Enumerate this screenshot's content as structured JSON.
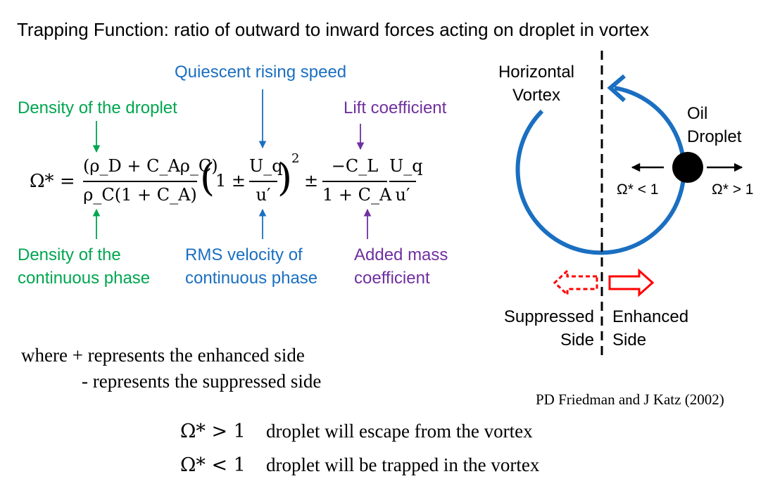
{
  "title": "Trapping Function: ratio of outward to inward forces acting on droplet in vortex",
  "annotations": {
    "density_droplet": "Density of the droplet",
    "quiescent_speed": "Quiescent rising speed",
    "lift_coefficient": "Lift coefficient",
    "density_continuous": [
      "Density of the",
      "continuous phase"
    ],
    "rms_velocity": [
      "RMS velocity of",
      "continuous phase"
    ],
    "added_mass": [
      "Added mass",
      "coefficient"
    ]
  },
  "equation": {
    "lhs": "Ω* =",
    "frac1_num": "(ρ_D + C_Aρ_C)",
    "frac1_den": "ρ_C(1 + C_A)",
    "paren_open": "(",
    "one_pm": "1 ±",
    "frac2_num": "U_q",
    "frac2_den": "u′",
    "paren_close": ")",
    "exponent": "2",
    "pm": "±",
    "frac3_num": "−C_L",
    "frac3_den": "1 + C_A",
    "frac4_num": "U_q",
    "frac4_den": "u′"
  },
  "where": {
    "line1": "where + represents the enhanced side",
    "line2": "- represents the suppressed side"
  },
  "outcomes": [
    {
      "condition": "Ω* > 1",
      "text": "droplet will escape from the vortex"
    },
    {
      "condition": "Ω* < 1",
      "text": "droplet will be trapped in the vortex"
    }
  ],
  "diagram": {
    "vortex_label": [
      "Horizontal",
      "Vortex"
    ],
    "droplet_label": [
      "Oil",
      "Droplet"
    ],
    "left_force": "Ω* < 1",
    "right_force": "Ω* > 1",
    "suppressed": [
      "Suppressed",
      "Side"
    ],
    "enhanced": [
      "Enhanced",
      "Side"
    ],
    "colors": {
      "vortex": "#1a6fc1",
      "arrow": "#ff0000",
      "green": "#00a650",
      "purple": "#7030a0"
    }
  },
  "citation": "PD Friedman and J Katz (2002)"
}
